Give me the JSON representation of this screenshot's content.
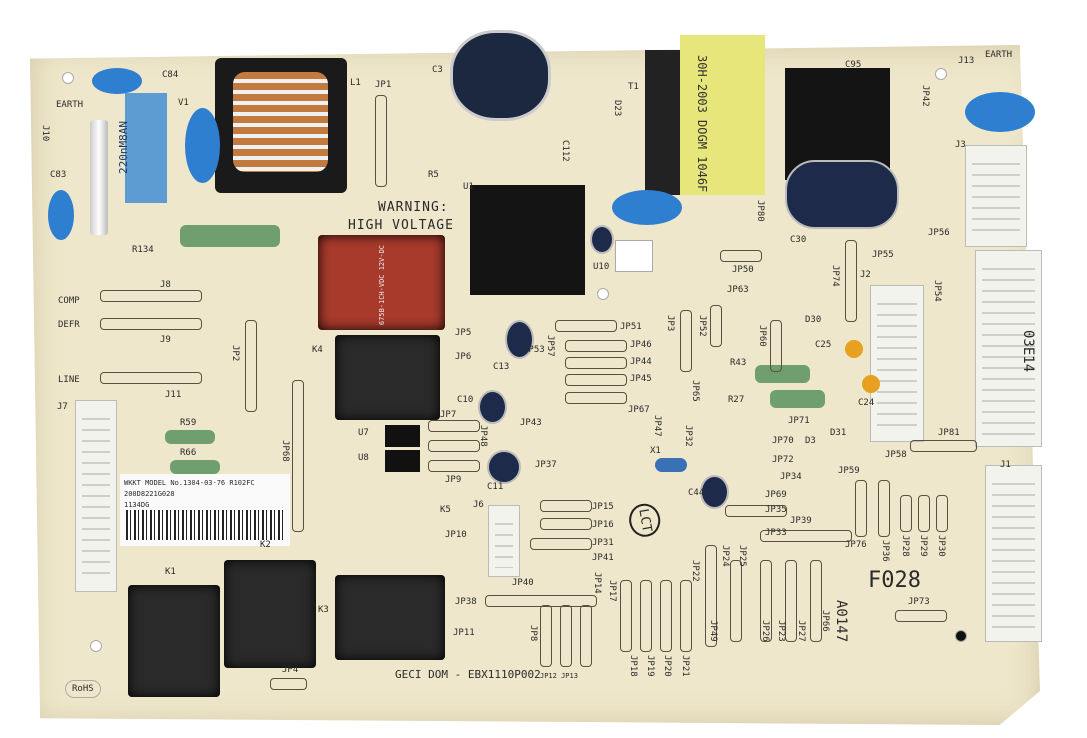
{
  "board": {
    "warning": "WARNING:",
    "warning2": "HIGH VOLTAGE",
    "maker": "GECI DOM - EBX1110P002",
    "rohs": "RoHS",
    "stamp": "F028",
    "date_code": "A0147",
    "circle_mark": "LCT",
    "side_code": "03E14"
  },
  "sticker": {
    "line1": "WKKT MODEL No.1304-03-76  R102FC",
    "line2": "200D8221G028",
    "line3": "1134DG"
  },
  "labels": {
    "c84": "C84",
    "earth_l": "EARTH",
    "j10": "J10",
    "c83": "C83",
    "v1": "V1",
    "l1": "L1",
    "jp1": "JP1",
    "c3": "C3",
    "r5": "R5",
    "u1": "U1",
    "r134": "R134",
    "comp": "COMP",
    "defr": "DEFR",
    "line": "LINE",
    "j8": "J8",
    "j9": "J9",
    "j11": "J11",
    "jp2": "JP2",
    "j7": "J7",
    "r59": "R59",
    "r66": "R66",
    "k4": "K4",
    "jp68": "JP68",
    "jp5": "JP5",
    "jp6": "JP6",
    "jp7": "JP7",
    "c13": "C13",
    "c10": "C10",
    "u7": "U7",
    "u8": "U8",
    "jp9": "JP9",
    "c11": "C11",
    "jp37": "JP37",
    "jp43": "JP43",
    "k5": "K5",
    "j6": "J6",
    "jp10": "JP10",
    "k1": "K1",
    "k2": "K2",
    "k3": "K3",
    "jp4": "JP4",
    "jp11": "JP11",
    "jp38": "JP38",
    "jp40": "JP40",
    "jp51": "JP51",
    "jp46": "JP46",
    "jp44": "JP44",
    "jp45": "JP45",
    "jp67": "JP67",
    "jp53": "JP53",
    "jp3": "JP3",
    "jp52": "JP52",
    "jp63": "JP63",
    "jp60": "JP60",
    "jp50": "JP50",
    "u10": "U10",
    "t1": "T1",
    "c112": "C112",
    "d23": "D23",
    "c30": "C30",
    "jp80": "JP80",
    "jp74": "JP74",
    "c95": "C95",
    "jp42": "JP42",
    "j13": "J13",
    "earth_r": "EARTH",
    "jp56": "JP56",
    "jp55": "JP55",
    "j2": "J2",
    "jp54": "JP54",
    "d30": "D30",
    "c25": "C25",
    "c24": "C24",
    "r43": "R43",
    "r27": "R27",
    "jp71": "JP71",
    "jp70": "JP70",
    "jp72": "JP72",
    "jp34": "JP34",
    "d31": "D31",
    "d3": "D3",
    "jp58": "JP58",
    "jp59": "JP59",
    "jp81": "JP81",
    "x1": "X1",
    "c44": "C44",
    "jp69": "JP69",
    "jp35": "JP35",
    "jp39": "JP39",
    "jp33": "JP33",
    "jp15": "JP15",
    "jp16": "JP16",
    "jp31": "JP31",
    "jp41": "JP41",
    "jp76": "JP76",
    "jp36": "JP36",
    "jp28": "JP28",
    "jp29": "JP29",
    "jp30": "JP30",
    "jp73": "JP73",
    "jp8": "JP8",
    "jp18": "JP18",
    "jp19": "JP19",
    "jp20": "JP20",
    "jp21": "JP21",
    "jp22": "JP22",
    "jp24": "JP24",
    "jp25": "JP25",
    "jp26": "JP26",
    "jp23": "JP23",
    "jp27": "JP27",
    "jp66": "JP66",
    "jp49": "JP49",
    "jp14": "JP14",
    "jp17": "JP17",
    "jp12": "JP12 JP13",
    "jp47": "JP47",
    "jp32": "JP32",
    "jp65": "JP65",
    "jp48": "JP48",
    "jp57": "JP57",
    "j1": "J1",
    "j3": "J3"
  },
  "components": {
    "cap_blue_label": "220nM8AN",
    "transformer_label": "30H-2003 DOGM 1046F",
    "red_relay_label": "675B-1CH-VDC 12V-DC"
  }
}
